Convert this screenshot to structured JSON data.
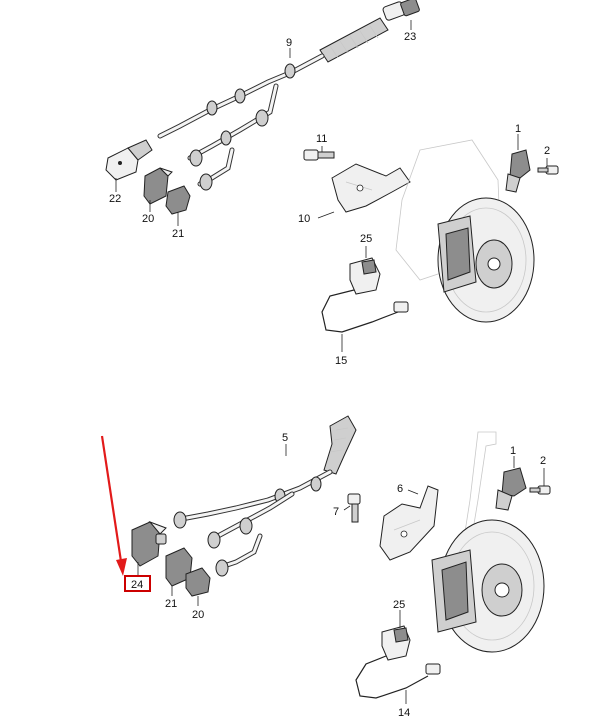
{
  "diagram": {
    "top_assembly": {
      "part_labels": {
        "p23": "23",
        "p9": "9",
        "p1": "1",
        "p2": "2",
        "p11": "11",
        "p22": "22",
        "p20": "20",
        "p21": "21",
        "p10": "10",
        "p25": "25",
        "p15": "15"
      }
    },
    "bottom_assembly": {
      "part_labels": {
        "p5": "5",
        "p1": "1",
        "p2": "2",
        "p6": "6",
        "p7": "7",
        "p24": "24",
        "p21": "21",
        "p20": "20",
        "p25": "25",
        "p14": "14"
      }
    },
    "highlight": {
      "part": "24",
      "color": "#cc0000"
    },
    "arrow_color": "#e21a1a"
  }
}
